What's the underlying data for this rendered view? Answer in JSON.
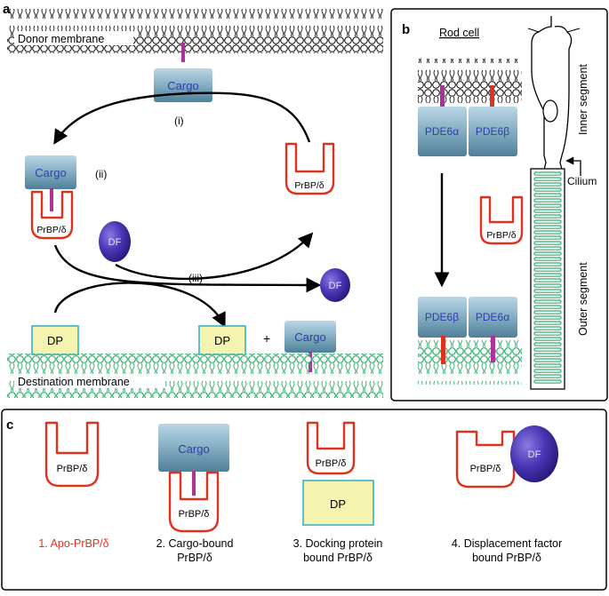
{
  "panel_a": {
    "letter": "a",
    "donor_membrane": "Donor membrane",
    "destination_membrane": "Destination membrane",
    "cargo": "Cargo",
    "step_i": "(i)",
    "step_ii": "(ii)",
    "step_iii": "(iii)",
    "prbp": "PrBP/δ",
    "df": "DF",
    "dp": "DP",
    "plus": "+"
  },
  "panel_b": {
    "letter": "b",
    "title": "Rod cell",
    "pde_alpha": "PDE6α",
    "pde_beta": "PDE6β",
    "prbp": "PrBP/δ",
    "inner_segment": "Inner segment",
    "outer_segment": "Outer segment",
    "cilium": "Cilium"
  },
  "panel_c": {
    "letter": "c",
    "prbp": "PrBP/δ",
    "cargo": "Cargo",
    "dp": "DP",
    "df": "DF",
    "captions": [
      {
        "line1": "1. Apo-PrBP/δ",
        "line2": ""
      },
      {
        "line1": "2. Cargo-bound",
        "line2": "PrBP/δ"
      },
      {
        "line1": "3. Docking protein",
        "line2": "bound PrBP/δ"
      },
      {
        "line1": "4. Displacement factor",
        "line2": "bound PrBP/δ"
      }
    ]
  },
  "colors": {
    "prbp_red": "#e0301e",
    "cargo_blue": "#7fa9bf",
    "df_purple": "#3a2a9e",
    "dp_yellow": "#f4f4b0",
    "dp_border": "#3bb0c8",
    "destination_green": "#2eae6b",
    "lipid_anchor_magenta": "#b0309a"
  }
}
